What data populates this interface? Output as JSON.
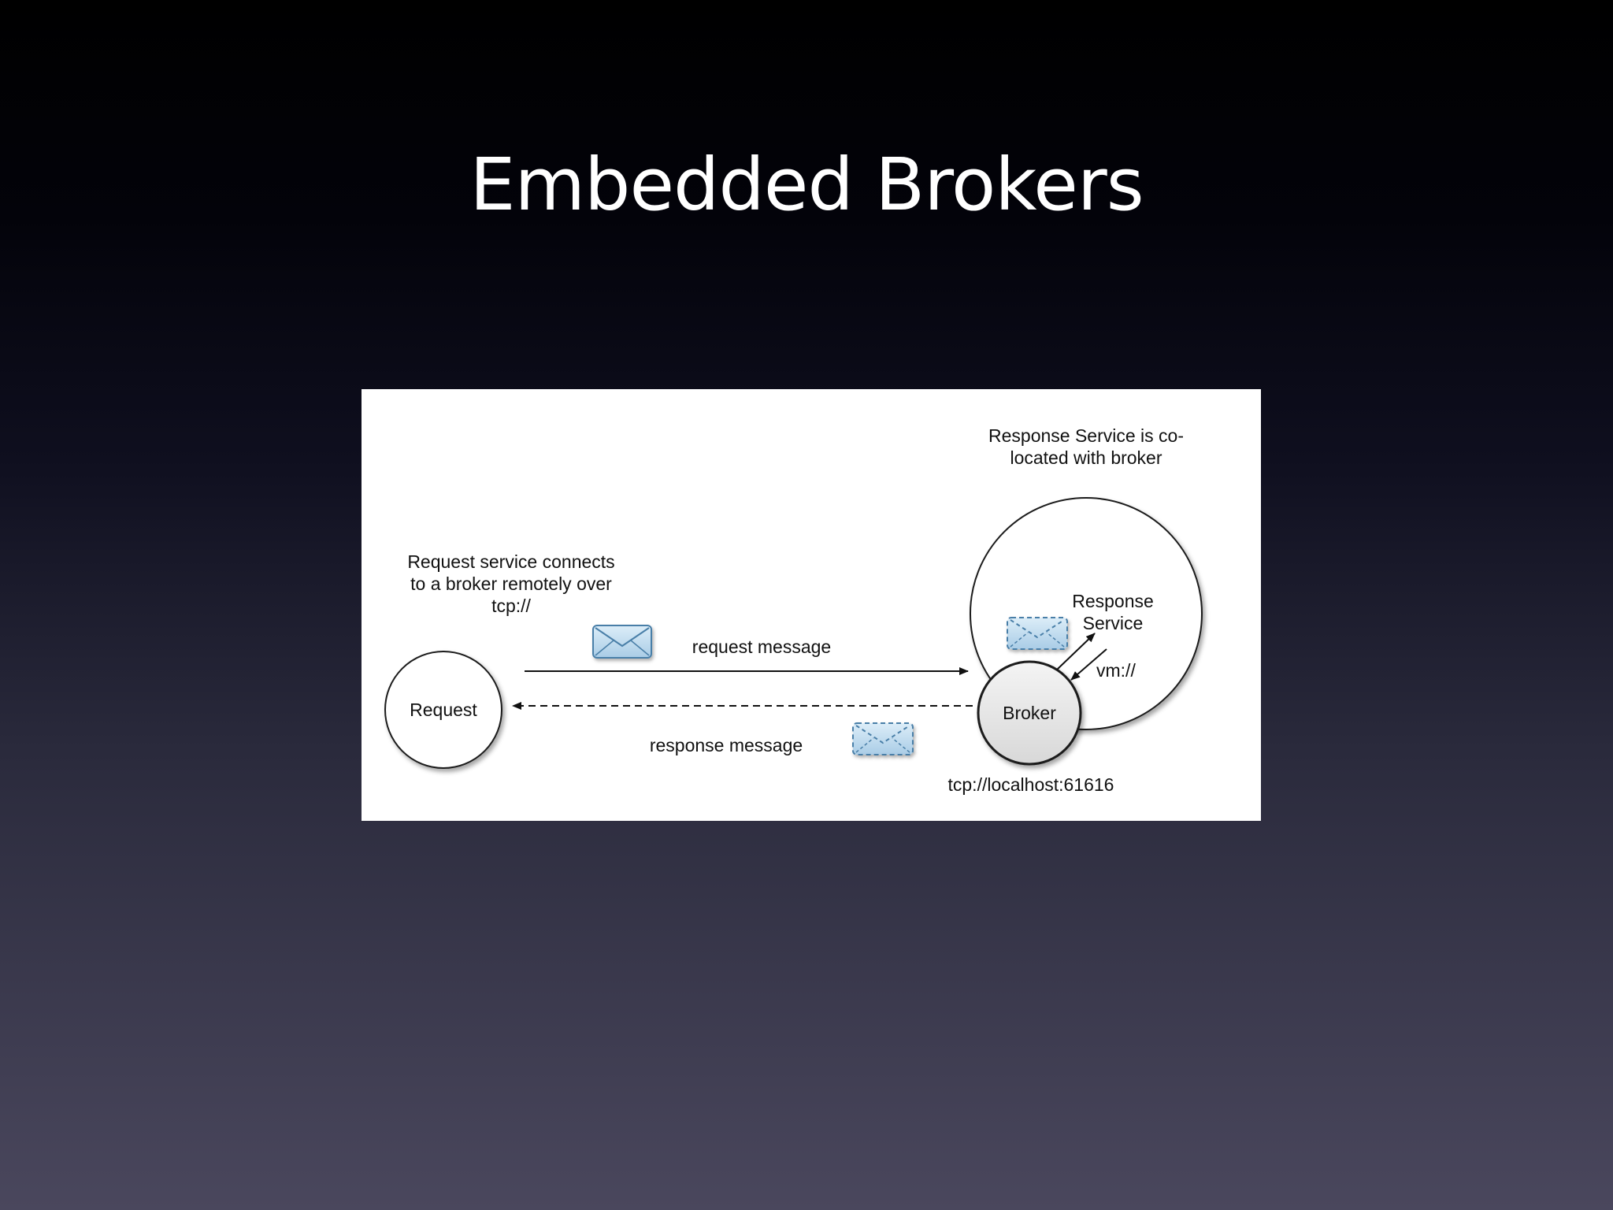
{
  "slide": {
    "title": "Embedded Brokers"
  },
  "diagram": {
    "nodes": {
      "request": "Request",
      "broker": "Broker",
      "response_service": [
        "Response",
        "Service"
      ]
    },
    "annotations": {
      "request_note": [
        "Request service connects",
        "to a broker remotely over",
        "tcp://"
      ],
      "colocated_note": [
        "Response Service is co-",
        "located with broker"
      ],
      "vm_protocol": "vm://",
      "broker_address": "tcp://localhost:61616"
    },
    "edges": {
      "request_message": "request message",
      "response_message": "response message"
    },
    "icons": {
      "request_envelope": "envelope-icon",
      "response_envelope": "dashed-envelope-icon",
      "local_envelope": "dashed-envelope-icon"
    },
    "colors": {
      "envelope_fill": "#c8e2f4",
      "envelope_stroke": "#4a7fa8",
      "broker_fill": "#e6e6e6"
    }
  }
}
